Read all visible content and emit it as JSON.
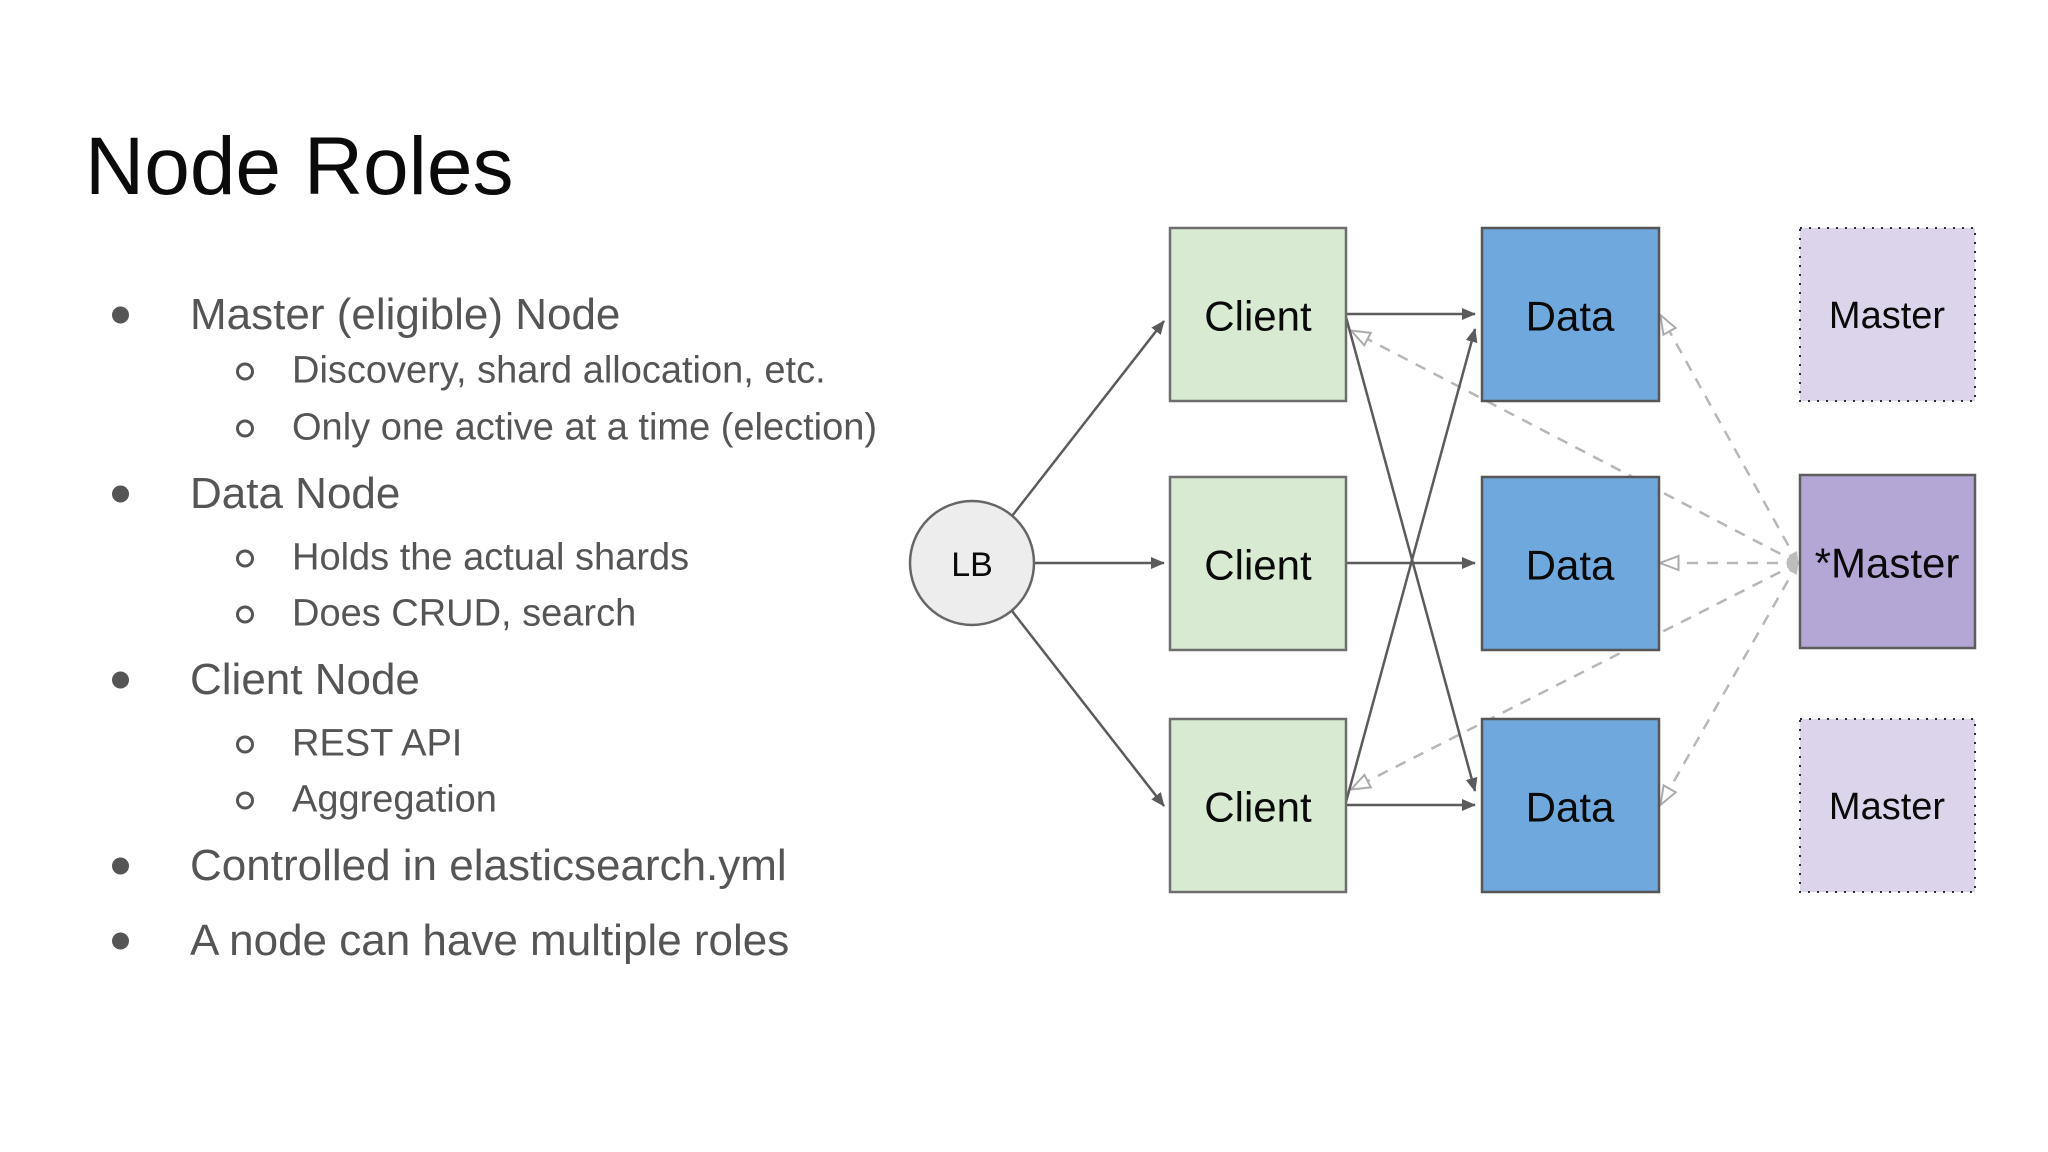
{
  "slide": {
    "title": "Node Roles",
    "bullets": [
      {
        "level": 1,
        "text": "Master (eligible) Node"
      },
      {
        "level": 2,
        "text": "Discovery, shard allocation, etc."
      },
      {
        "level": 2,
        "text": "Only one active at a time (election)"
      },
      {
        "level": 1,
        "text": "Data Node"
      },
      {
        "level": 2,
        "text": "Holds the actual shards"
      },
      {
        "level": 2,
        "text": "Does CRUD, search"
      },
      {
        "level": 1,
        "text": "Client Node"
      },
      {
        "level": 2,
        "text": "REST API"
      },
      {
        "level": 2,
        "text": "Aggregation"
      },
      {
        "level": 1,
        "text": "Controlled in elasticsearch.yml"
      },
      {
        "level": 1,
        "text": "A node can have multiple roles"
      }
    ]
  },
  "diagram": {
    "lb": "LB",
    "clients": [
      "Client",
      "Client",
      "Client"
    ],
    "datas": [
      "Data",
      "Data",
      "Data"
    ],
    "masters": {
      "top": "Master",
      "active": "*Master",
      "bottom": "Master"
    },
    "colors": {
      "client_fill": "#d9ead3",
      "data_fill": "#6fa8dc",
      "master_eligible_fill": "#dcd4ea",
      "master_active_fill": "#b4a7d6",
      "lb_fill": "#ededed",
      "solid_arrow": "#5b5b5b",
      "dashed_arrow": "#b7b7b7",
      "box_border": "#606060",
      "text_gray": "#555555"
    }
  }
}
